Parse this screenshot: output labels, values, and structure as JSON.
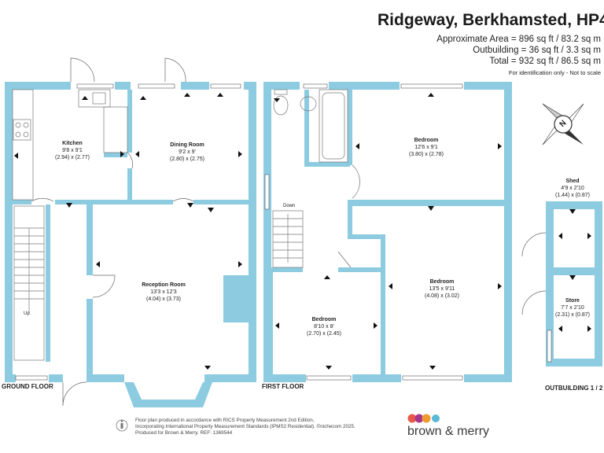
{
  "header": {
    "title": "Ridgeway, Berkhamsted, HP4",
    "approx_area": "Approximate Area = 896 sq ft / 83.2 sq m",
    "outbuilding": "Outbuilding = 36 sq ft / 3.3 sq m",
    "total": "Total = 932 sq ft / 86.5 sq m",
    "note": "For identification only - Not to scale"
  },
  "rooms": {
    "kitchen": {
      "name": "Kitchen",
      "imperial": "9'8 x 9'1",
      "metric": "(2.94) x (2.77)"
    },
    "dining": {
      "name": "Dining Room",
      "imperial": "9'2 x 9'",
      "metric": "(2.80) x (2.75)"
    },
    "reception": {
      "name": "Reception Room",
      "imperial": "13'3 x 12'3",
      "metric": "(4.04) x (3.73)"
    },
    "bedroom1": {
      "name": "Bedroom",
      "imperial": "12'6 x 9'1",
      "metric": "(3.80) x (2.78)"
    },
    "bedroom2": {
      "name": "Bedroom",
      "imperial": "13'5 x 9'11",
      "metric": "(4.08) x (3.02)"
    },
    "bedroom3": {
      "name": "Bedroom",
      "imperial": "8'10 x 8'",
      "metric": "(2.70) x (2.45)"
    },
    "shed": {
      "name": "Shed",
      "imperial": "4'9 x 2'10",
      "metric": "(1.44) x (0.87)"
    },
    "store": {
      "name": "Store",
      "imperial": "7'7 x 2'10",
      "metric": "(2.31) x (0.87)"
    }
  },
  "stairs": {
    "up": "Up",
    "down": "Down"
  },
  "floors": {
    "ground": "GROUND FLOOR",
    "first": "FIRST FLOOR",
    "outbuilding": "OUTBUILDING 1 / 2"
  },
  "compass": {
    "letter": "N"
  },
  "footer": {
    "line1": "Floor plan produced in accordance with RICS Property Measurement 2nd Edition,",
    "line2": "Incorporating International Property Measurement Standards (IPMS2 Residential).  ©nichecom 2025.",
    "line3": "Produced for Brown & Merry.    REF:  1369544"
  },
  "brand": {
    "name": "brown & merry",
    "dot_colors": [
      "#e8584b",
      "#a6368c",
      "#ef9a2e",
      "#5bb8d4"
    ]
  },
  "colors": {
    "wall": "#8ccbe0",
    "text": "#222222"
  }
}
